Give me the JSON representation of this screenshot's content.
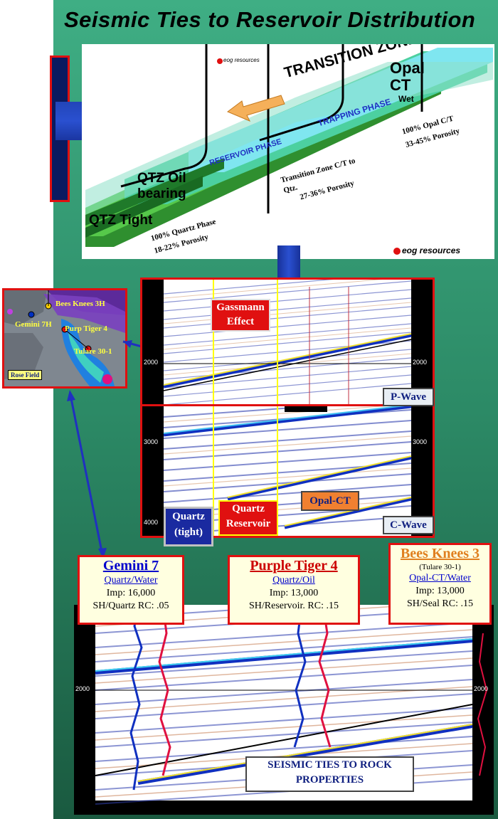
{
  "title": "Seismic Ties to Reservoir Distribution",
  "diagram": {
    "transition_zone": "TRANSITION ZONE",
    "opal_ct": "Opal CT",
    "opal_line1": "Opal",
    "opal_line2": "CT",
    "wet": "Wet",
    "trapping_phase": "TRAPPING PHASE",
    "reservoir_phase": "RESERVOIR PHASE",
    "qtz_oil_line1": "QTZ Oil",
    "qtz_oil_line2": "bearing",
    "qtz_tight": "QTZ Tight",
    "quartz_phase": "100% Quartz Phase",
    "quartz_porosity": "18-22% Porosity",
    "transition_line1": "Transition Zone C/T to",
    "transition_line2": "Qtz.",
    "transition_porosity": "27-36% Porosity",
    "opal_phase": "100% Opal C/T",
    "opal_porosity": "33-45% Porosity",
    "logo": "eog resources"
  },
  "map": {
    "bees_knees": "Bees Knees 3H",
    "gemini": "Gemini 7H",
    "purp_tiger": "Purp Tiger 4",
    "tulare": "Tulare 30-1",
    "field": "Rose Field"
  },
  "seismic_mid": {
    "gassmann_line1": "Gassmann",
    "gassmann_line2": "Effect",
    "p_wave": "P-Wave",
    "c_wave": "C-Wave",
    "opal_ct": "Opal-CT",
    "quartz_tight_line1": "Quartz",
    "quartz_tight_line2": "(tight)",
    "quartz_res_line1": "Quartz",
    "quartz_res_line2": "Reservoir",
    "tick_2000": "2000",
    "tick_3000": "3000",
    "tick_4000": "4000"
  },
  "wells": [
    {
      "name": "Gemini 7",
      "sub": "",
      "fluid": "Quartz/Water",
      "imp": "Imp: 16,000",
      "rc": "SH/Quartz RC:  .05",
      "color": "#0000cc"
    },
    {
      "name": "Purple Tiger 4",
      "sub": "",
      "fluid": "Quartz/Oil",
      "imp": "Imp: 13,000",
      "rc": "SH/Reservoir. RC:  .15",
      "color": "#cc0000"
    },
    {
      "name": "Bees Knees 3",
      "sub": "(Tulare 30-1)",
      "fluid": "Opal-CT/Water",
      "imp": "Imp: 13,000",
      "rc": "SH/Seal RC:  .15",
      "color": "#e08020"
    }
  ],
  "seismic_bottom": {
    "caption_line1": "SEISMIC TIES TO ROCK",
    "caption_line2": "PROPERTIES",
    "tick_2000": "2000"
  },
  "colors": {
    "background": "#2c8a66",
    "frame": "#e01010",
    "label_red": "#e01010",
    "panel_yellow": "#ffffe0"
  }
}
